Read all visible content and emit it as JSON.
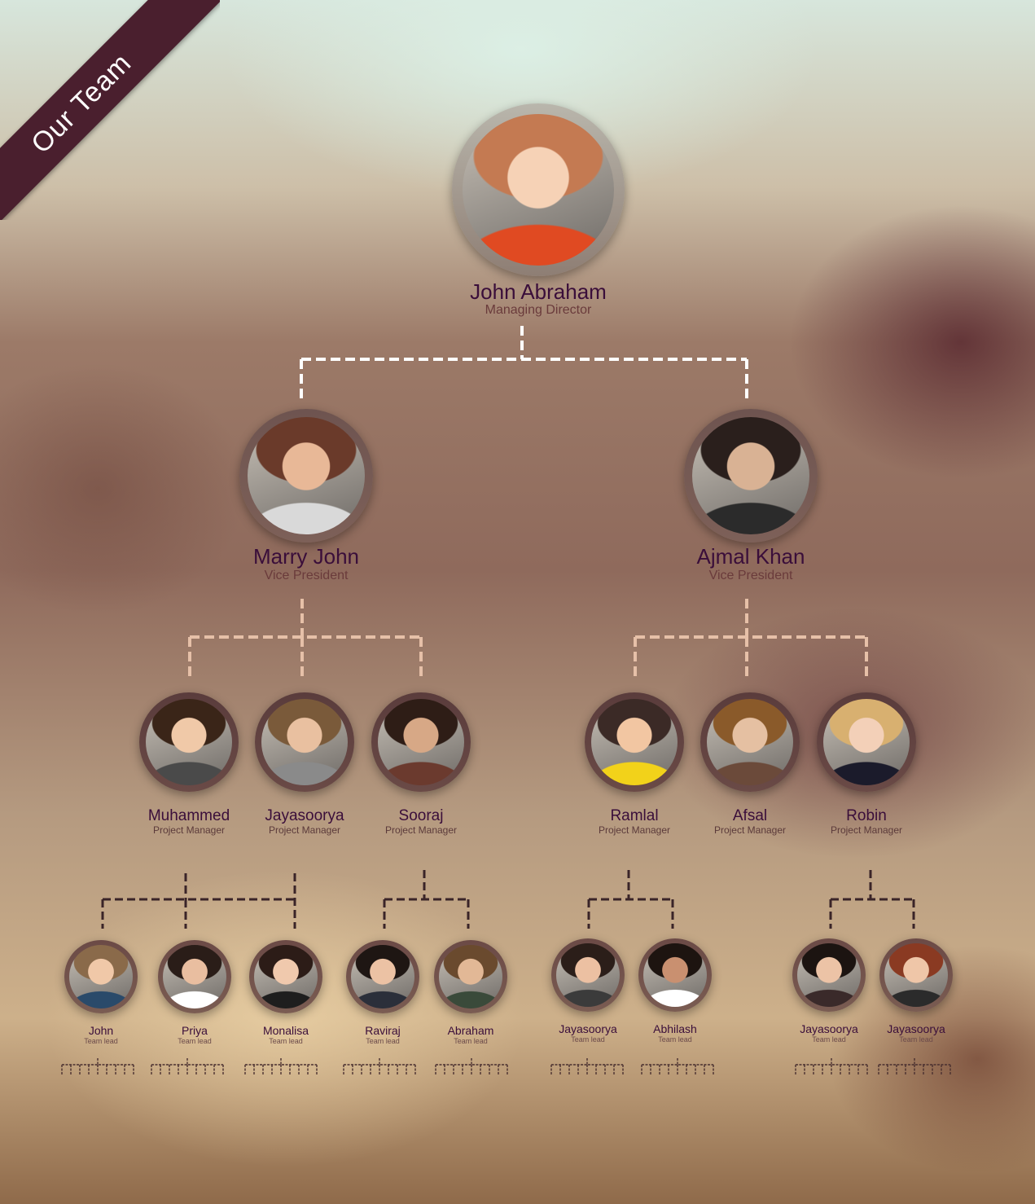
{
  "banner": {
    "label": "Our Team"
  },
  "colors": {
    "banner": "#4a1f2e",
    "name": "#3a0e3a",
    "role": "#6a3b3b"
  },
  "org": {
    "director": {
      "name": "John Abraham",
      "role": "Managing Director"
    },
    "vps": [
      {
        "name": "Marry John",
        "role": "Vice President"
      },
      {
        "name": "Ajmal Khan",
        "role": "Vice President"
      }
    ],
    "managers": [
      {
        "name": "Muhammed",
        "role": "Project Manager"
      },
      {
        "name": "Jayasoorya",
        "role": "Project Manager"
      },
      {
        "name": "Sooraj",
        "role": "Project Manager"
      },
      {
        "name": "Ramlal",
        "role": "Project Manager"
      },
      {
        "name": "Afsal",
        "role": "Project Manager"
      },
      {
        "name": "Robin",
        "role": "Project Manager"
      }
    ],
    "leads": [
      {
        "name": "John",
        "role": "Team lead"
      },
      {
        "name": "Priya",
        "role": "Team lead"
      },
      {
        "name": "Monalisa",
        "role": "Team lead"
      },
      {
        "name": "Raviraj",
        "role": "Team lead"
      },
      {
        "name": "Abraham",
        "role": "Team lead"
      },
      {
        "name": "Jayasoorya",
        "role": "Team lead"
      },
      {
        "name": "Abhilash",
        "role": "Team lead"
      },
      {
        "name": "Jayasoorya",
        "role": "Team lead"
      },
      {
        "name": "Jayasoorya",
        "role": "Team lead"
      }
    ]
  }
}
